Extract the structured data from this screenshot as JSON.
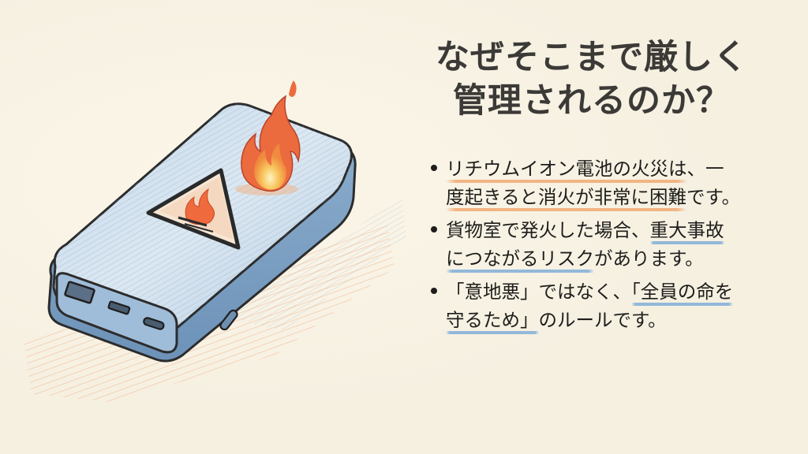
{
  "slide": {
    "background_color": "#f6f0e1",
    "title": {
      "line1": "なぜそこまで厳しく",
      "line2": "管理されるのか？"
    },
    "illustration": {
      "subject": "power-bank-with-fire",
      "warning_icon": "fire-warning-triangle-icon",
      "flame_icon": "flame-icon",
      "colors": {
        "body": "#a9c4dc",
        "outline": "#2e2e2e",
        "flame_outer": "#e8653a",
        "flame_inner": "#f6c35a",
        "shadow": "#eea67a"
      }
    },
    "bullets": [
      {
        "lines": [
          {
            "segments": [
              {
                "text": "リチウムイオン電池の火災は",
                "highlight": "orange"
              },
              {
                "text": "、一",
                "highlight": null
              }
            ]
          },
          {
            "segments": [
              {
                "text": "度起きると消火が非常に困難",
                "highlight": "orange"
              },
              {
                "text": "です。",
                "highlight": null
              }
            ]
          }
        ]
      },
      {
        "lines": [
          {
            "segments": [
              {
                "text": "貨物室で発火した場合、",
                "highlight": null
              },
              {
                "text": "重大事故",
                "highlight": "blue"
              }
            ]
          },
          {
            "segments": [
              {
                "text": "につながるリスク",
                "highlight": "blue"
              },
              {
                "text": "があります。",
                "highlight": null
              }
            ]
          }
        ]
      },
      {
        "lines": [
          {
            "segments": [
              {
                "text": "「意地悪」ではなく、",
                "highlight": null
              },
              {
                "text": "「全員の命を",
                "highlight": "blue"
              }
            ]
          },
          {
            "segments": [
              {
                "text": "守るため」",
                "highlight": "blue"
              },
              {
                "text": "のルールです。",
                "highlight": null
              }
            ]
          }
        ]
      }
    ],
    "highlight_colors": {
      "orange": "#f0a064",
      "blue": "#78aad7"
    }
  }
}
